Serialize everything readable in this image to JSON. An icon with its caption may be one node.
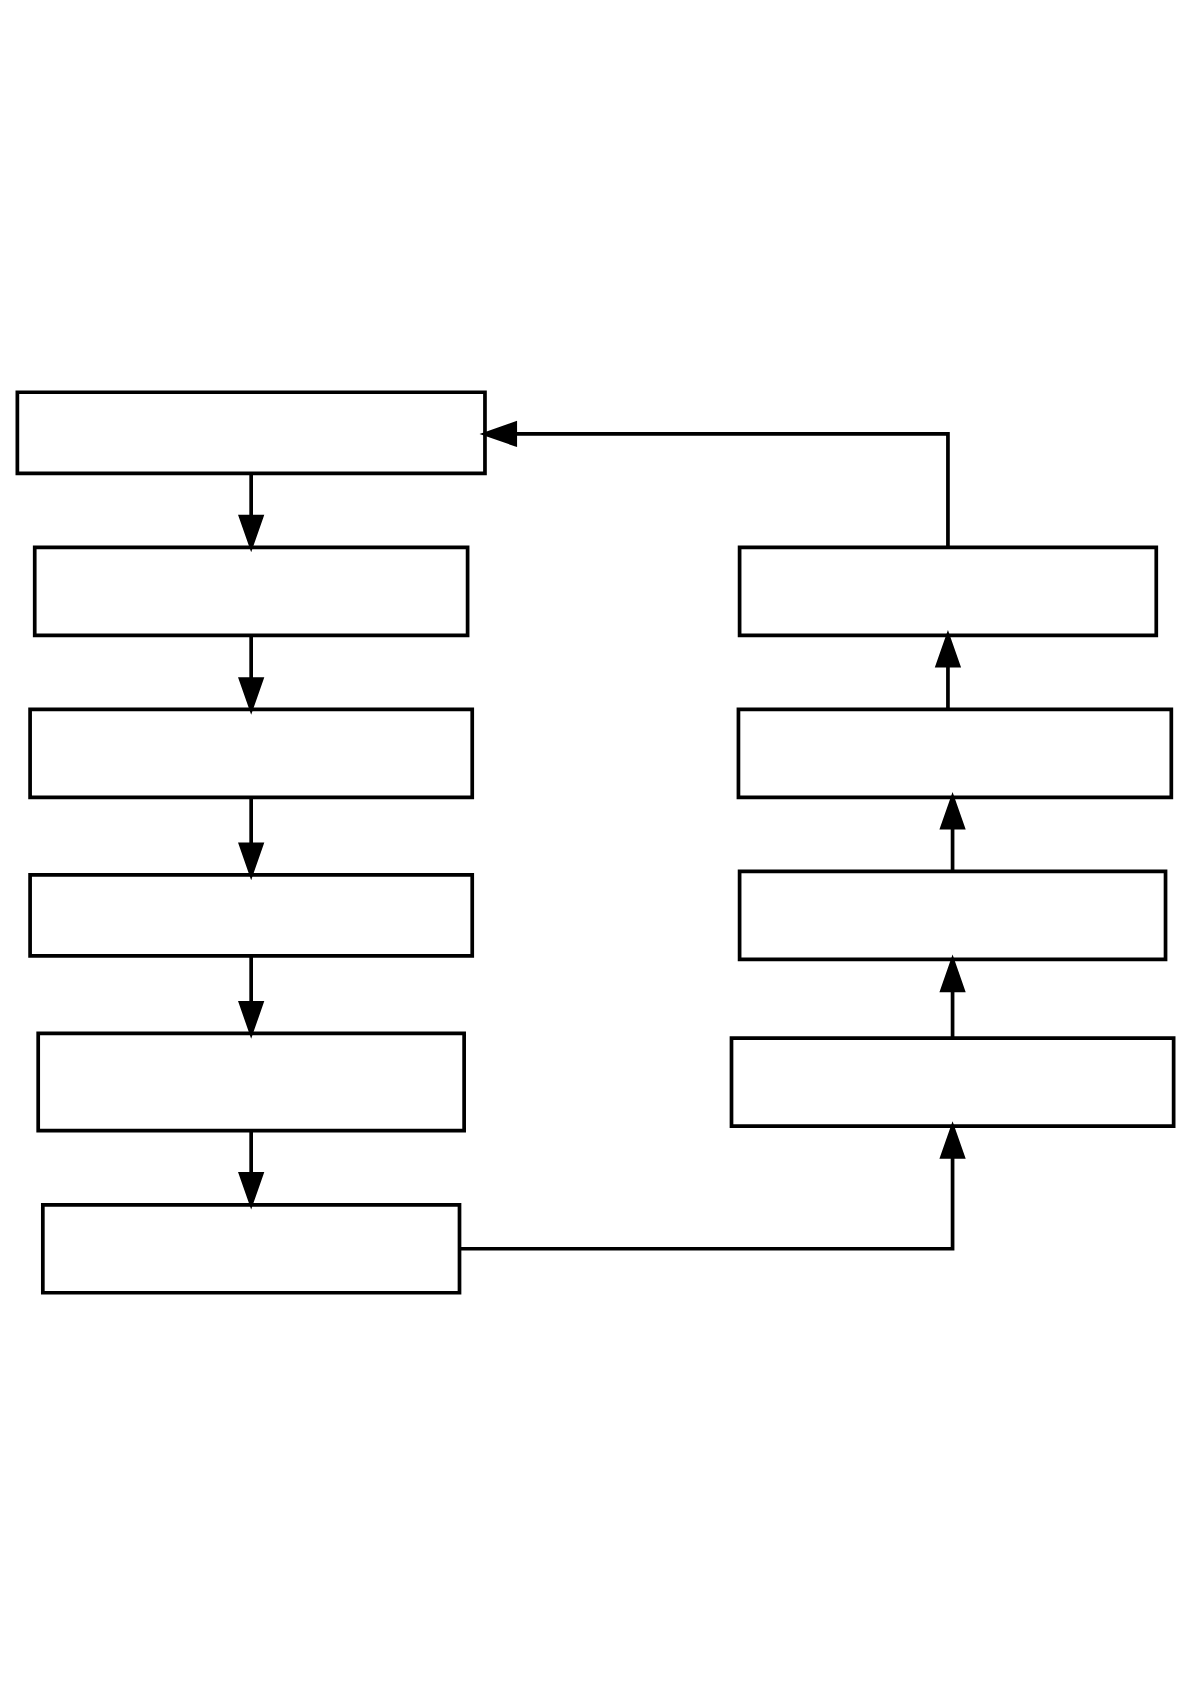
{
  "diagram": {
    "nodes": [
      {
        "text": [],
        "shape": "box"
      },
      {
        "text": [],
        "shape": "box"
      },
      {
        "text": [],
        "shape": "box"
      },
      {
        "text": [],
        "shape": "box"
      },
      {
        "text": [],
        "shape": "box"
      },
      {
        "text": [],
        "shape": "box"
      },
      {
        "text": [],
        "shape": "box"
      },
      {
        "text": [],
        "shape": "box"
      },
      {
        "text": [],
        "shape": "box"
      },
      {
        "text": [],
        "shape": "box"
      }
    ],
    "edges": [
      {
        "from": 0,
        "to": 1,
        "arrow": "to"
      },
      {
        "from": 1,
        "to": 3,
        "arrow": "to"
      },
      {
        "from": 3,
        "to": 5,
        "arrow": "to"
      },
      {
        "from": 5,
        "to": 7,
        "arrow": "to"
      },
      {
        "from": 7,
        "to": 9,
        "arrow": "to"
      },
      {
        "from": 9,
        "to": 8,
        "arrow": "to"
      },
      {
        "from": 8,
        "to": 6,
        "arrow": "to"
      },
      {
        "from": 6,
        "to": 4,
        "arrow": "to"
      },
      {
        "from": 4,
        "to": 2,
        "arrow": "to"
      },
      {
        "from": 2,
        "to": 0,
        "arrow": "to"
      }
    ]
  }
}
